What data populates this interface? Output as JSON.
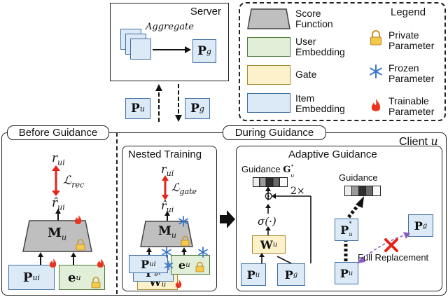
{
  "server": {
    "title": "Server",
    "aggregate_label": "Aggregate",
    "global_param": "P",
    "global_param_sub": "g"
  },
  "upload": {
    "param": "P",
    "param_sub": "u"
  },
  "download": {
    "param": "P",
    "param_sub": "g"
  },
  "legend": {
    "title": "Legend",
    "score_function": "Score Function",
    "user_embedding": "User Embedding",
    "gate": "Gate",
    "item_embedding": "Item Embedding",
    "private_parameter": "Private Parameter",
    "frozen_parameter": "Frozen Parameter",
    "trainable_parameter": "Trainable Parameter"
  },
  "before_guidance": {
    "title": "Before Guidance",
    "r": "r",
    "r_sub": "ui",
    "loss": "ℒ",
    "loss_sub": "rec",
    "r_hat": "r̂",
    "r_hat_sub": "ui",
    "M": "M",
    "M_sub": "u",
    "P": "P",
    "P_sub": "ui",
    "e": "e",
    "e_sub": "u"
  },
  "during_guidance": {
    "title": "During Guidance",
    "client_label": "Client",
    "client_var": "u"
  },
  "nested_training": {
    "title": "Nested Training",
    "r": "r",
    "r_sub": "ui",
    "loss": "ℒ",
    "loss_sub": "gate",
    "r_hat": "r̂",
    "r_hat_sub": "ui",
    "M": "M",
    "M_sub": "u",
    "P": "P",
    "P_sub": "ui",
    "e": "e",
    "e_sub": "u",
    "Pg": "P",
    "Pg_sub": "gi",
    "W": "W",
    "W_sub": "u"
  },
  "adaptive_guidance": {
    "title": "Adaptive Guidance",
    "guidance_label": "Guidance",
    "G": "G",
    "G_sup": "*",
    "G_sub": "u",
    "times": "2×",
    "odot": "⊙",
    "sigma": "σ(·)",
    "W": "W",
    "W_sub": "u",
    "Pu": "P",
    "Pu_sub": "u",
    "Pg": "P",
    "Pg_sub": "g",
    "guidance_label_right": "Guidance",
    "Pstar": "P",
    "Pstar_sup": "*",
    "Pstar_sub": "u",
    "Pg_right": "P",
    "Pg_right_sub": "g",
    "Pu_right": "P",
    "Pu_right_sub": "u",
    "full_replacement": "Full Replacement"
  },
  "colors": {
    "item": "#dce9f6",
    "user": "#e1efd8",
    "gate": "#fdf1cc",
    "score": "#bfbfbf",
    "trainable": "#e8351f",
    "frozen": "#3c78c8",
    "private": "#e5b53c",
    "cross": "#e4241b",
    "dashed_purple": "#8a5bc4"
  }
}
